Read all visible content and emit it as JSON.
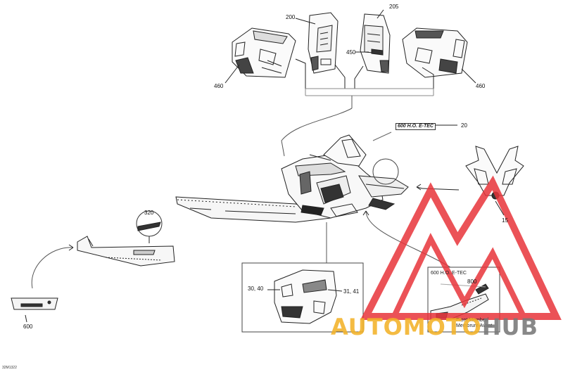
{
  "doc_id": "32M1322",
  "callouts": {
    "c200": "200",
    "c205": "205",
    "c450": "450",
    "c460_left": "460",
    "c460_right": "460",
    "c20": "20",
    "c15": "15",
    "c320": "320",
    "c600": "600",
    "c3040": "30, 40",
    "c3141": "31, 41",
    "c800": "800"
  },
  "decal_text": {
    "engine_label": "600 H.O. E-TEC",
    "front_member_en": "Front Member/",
    "front_member_fr": "Membrure Avant"
  },
  "watermark": {
    "part1": "AUTOMOTO",
    "part2": "HUB",
    "color_red": "#e8343a",
    "color_orange": "#f2b228",
    "color_grey": "#787878"
  }
}
